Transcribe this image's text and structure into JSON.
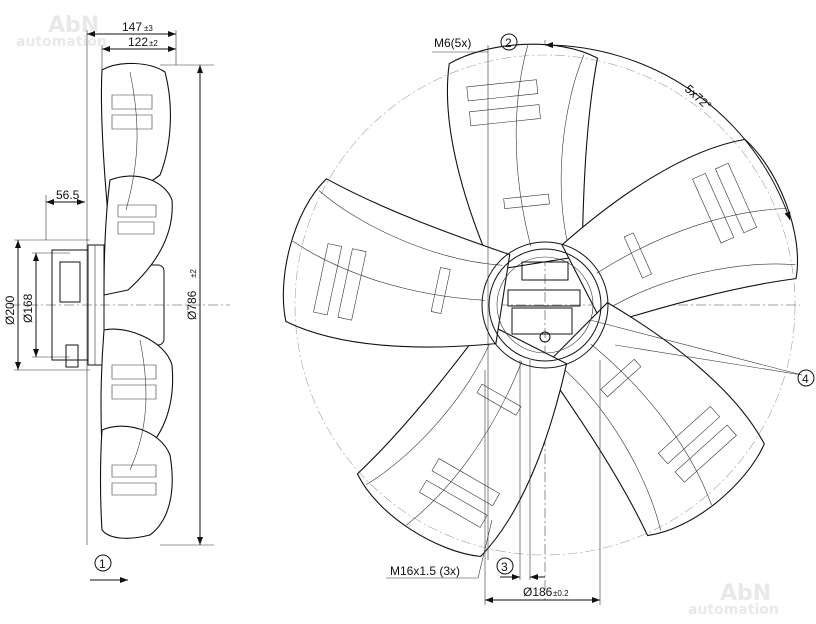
{
  "watermark": {
    "brand": "AbN",
    "sub": "automation"
  },
  "side_view": {
    "dim_overall": "147",
    "dim_overall_tol": "±3",
    "dim_blade": "122",
    "dim_blade_tol": "±2",
    "dim_hub_offset": "56.5",
    "dim_diameter_outer_hub": "Ø200",
    "dim_diameter_inner_hub": "Ø168",
    "dim_diameter_fan": "Ø786",
    "dim_diameter_fan_tol": "±2",
    "callout_airflow": "1"
  },
  "front_view": {
    "thread_top": "M6(5x)",
    "callout_2": "2",
    "angle": "5x72°",
    "callout_4": "4",
    "thread_bottom": "M16x1.5 (3x)",
    "callout_3": "3",
    "dim_bolt_circle": "Ø186",
    "dim_bolt_circle_tol": "±0.2",
    "blade_count": 5
  }
}
